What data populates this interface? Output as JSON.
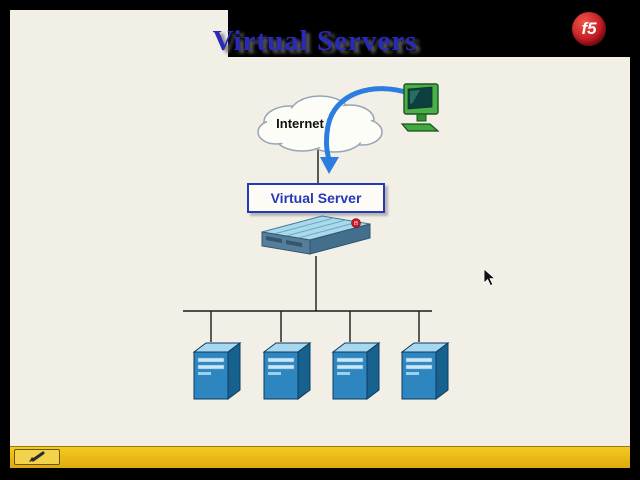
{
  "slide": {
    "title": "Virtual Servers",
    "background_color": "#f2efe6"
  },
  "logo": {
    "text": "f5",
    "color": "#c01820"
  },
  "diagram": {
    "internet_label": "Internet",
    "virtual_server_label": "Virtual Server",
    "device_logo_text": "f5",
    "server_count": 4,
    "colors": {
      "title": "#2a2ab8",
      "arrow": "#2b7de0",
      "box_border": "#2438b8",
      "server_front": "#2e86c1",
      "server_top": "#a8d8ef",
      "server_side": "#16618e",
      "toolbar": "#e9b514"
    }
  },
  "icons": {
    "pen": "pen-icon",
    "cursor": "arrow-cursor",
    "client": "computer-icon",
    "cloud": "internet-cloud"
  }
}
